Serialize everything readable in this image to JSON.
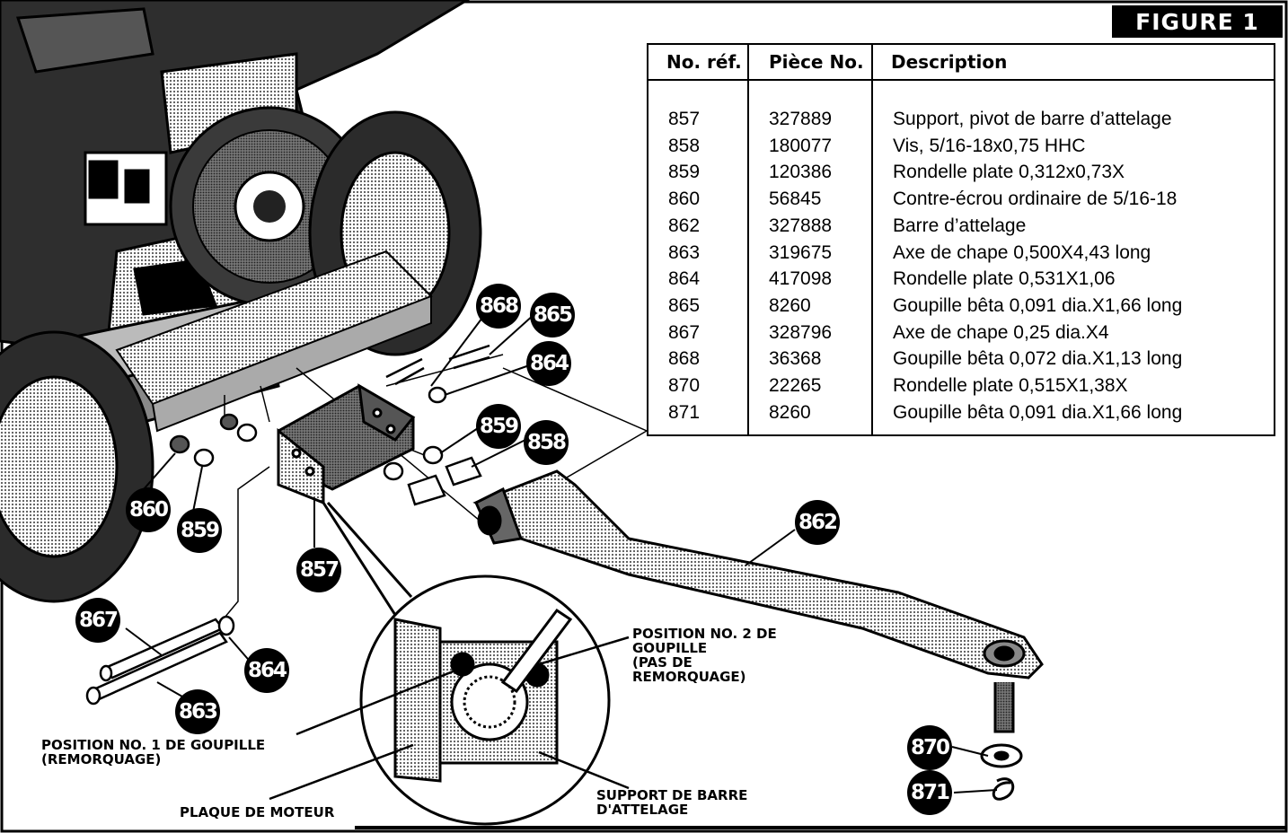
{
  "figure_title": "FIGURE 1",
  "table": {
    "headers": {
      "ref": "No. réf.",
      "part": "Pièce No.",
      "desc": "Description"
    },
    "rows": [
      {
        "ref": "857",
        "part": "327889",
        "desc": "Support, pivot de barre d’attelage"
      },
      {
        "ref": "858",
        "part": "180077",
        "desc": "Vis, 5/16-18x0,75 HHC"
      },
      {
        "ref": "859",
        "part": "120386",
        "desc": "Rondelle plate 0,312x0,73X"
      },
      {
        "ref": "860",
        "part": "56845",
        "desc": "Contre-écrou ordinaire de 5/16-18"
      },
      {
        "ref": "862",
        "part": "327888",
        "desc": "Barre d’attelage"
      },
      {
        "ref": "863",
        "part": "319675",
        "desc": "Axe de chape 0,500X4,43 long"
      },
      {
        "ref": "864",
        "part": "417098",
        "desc": "Rondelle plate 0,531X1,06"
      },
      {
        "ref": "865",
        "part": "8260",
        "desc": "Goupille bêta 0,091 dia.X1,66 long"
      },
      {
        "ref": "867",
        "part": "328796",
        "desc": "Axe de chape 0,25 dia.X4"
      },
      {
        "ref": "868",
        "part": "36368",
        "desc": "Goupille bêta 0,072 dia.X1,13 long"
      },
      {
        "ref": "870",
        "part": "22265",
        "desc": "Rondelle plate 0,515X1,38X"
      },
      {
        "ref": "871",
        "part": "8260",
        "desc": "Goupille bêta 0,091 dia.X1,66 long"
      }
    ]
  },
  "callouts": [
    "868",
    "865",
    "864",
    "859",
    "858",
    "860",
    "859",
    "862",
    "857",
    "867",
    "864",
    "863",
    "870",
    "871"
  ],
  "labels": {
    "pos1": [
      "POSITION NO. 1 DE GOUPILLE",
      "(REMORQUAGE)"
    ],
    "pos2": [
      "POSITION NO. 2 DE",
      "GOUPILLE",
      "(PAS DE",
      "REMORQUAGE)"
    ],
    "plate": [
      "PLAQUE DE MOTEUR"
    ],
    "bracket": [
      "SUPPORT DE BARRE",
      "D'ATTELAGE"
    ]
  },
  "colors": {
    "ink": "#000000",
    "paper": "#ffffff",
    "shade": "#9a9a9a"
  }
}
